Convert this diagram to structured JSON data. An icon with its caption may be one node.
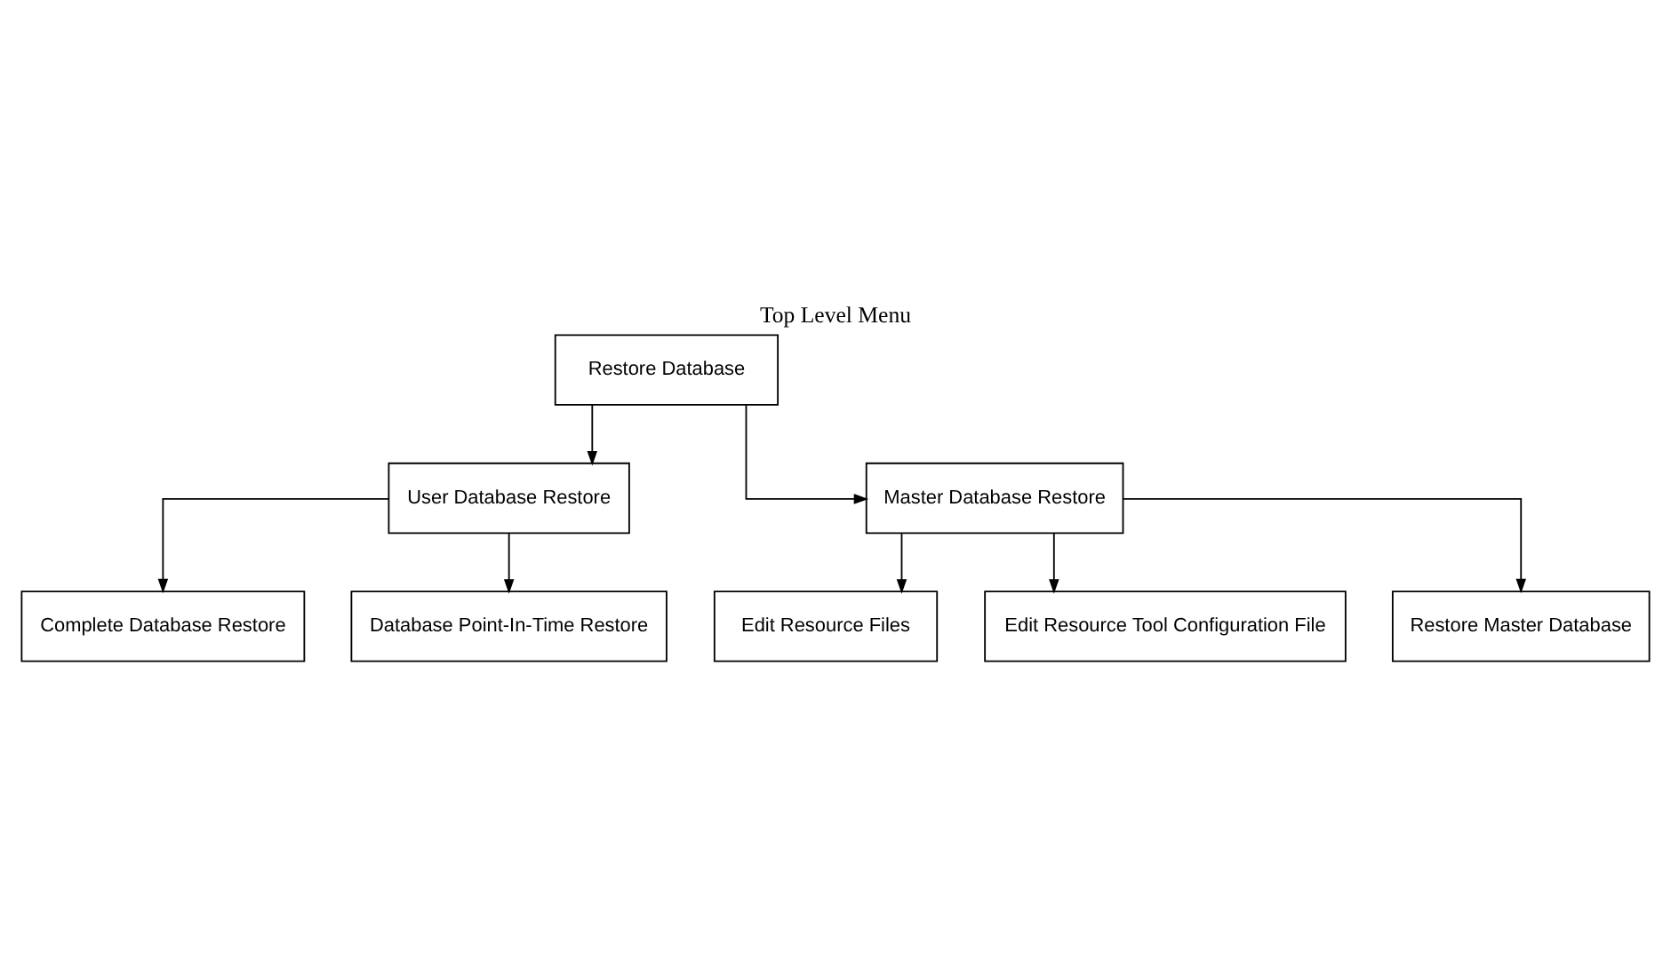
{
  "diagram": {
    "title": "Top Level Menu",
    "nodes": [
      {
        "text": [
          "Restore Database"
        ]
      },
      {
        "text": [
          "User Database Restore"
        ]
      },
      {
        "text": [
          "Master Database Restore"
        ]
      },
      {
        "text": [
          "Complete Database Restore"
        ]
      },
      {
        "text": [
          "Database Point-In-Time Restore"
        ]
      },
      {
        "text": [
          "Edit Resource Files"
        ]
      },
      {
        "text": [
          "Edit Resource Tool Configuration File"
        ]
      },
      {
        "text": [
          "Restore Master Database"
        ]
      }
    ],
    "edges": [
      {
        "from": 0,
        "to": 1,
        "arrow": "to"
      },
      {
        "from": 0,
        "to": 2,
        "arrow": "to"
      },
      {
        "from": 1,
        "to": 3,
        "arrow": "to"
      },
      {
        "from": 1,
        "to": 4,
        "arrow": "to"
      },
      {
        "from": 2,
        "to": 5,
        "arrow": "to"
      },
      {
        "from": 2,
        "to": 6,
        "arrow": "to"
      },
      {
        "from": 2,
        "to": 7,
        "arrow": "to"
      }
    ]
  }
}
